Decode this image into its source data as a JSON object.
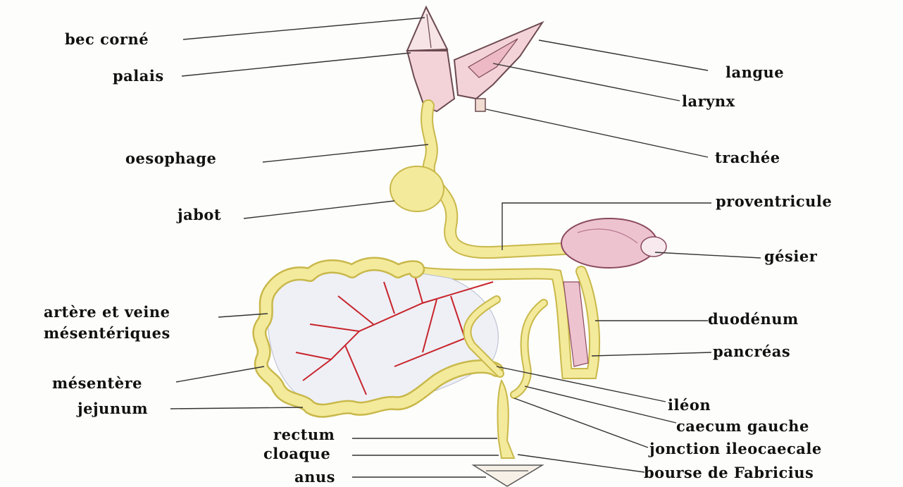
{
  "labels": {
    "bec_corne": "bec corné",
    "palais": "palais",
    "oesophage": "oesophage",
    "jabot": "jabot",
    "artere_line1": "artère et veine",
    "artere_line2": "mésentériques",
    "mesentere": "mésentère",
    "jejunum": "jejunum",
    "rectum": "rectum",
    "cloaque": "cloaque",
    "anus": "anus",
    "langue": "langue",
    "larynx": "larynx",
    "trachee": "trachée",
    "proventricule": "proventricule",
    "gesier": "gésier",
    "duodenum": "duodénum",
    "pancreas": "pancréas",
    "ileon": "iléon",
    "caecum_gauche": "caecum gauche",
    "jonction": "jonction ileocaecale",
    "bourse": "bourse de Fabricius"
  },
  "colors": {
    "gut_fill": "#f3ea9c",
    "gut_outline": "#c9b84a",
    "beak_fill": "#f4d3d8",
    "gizzard_fill": "#eec3d0",
    "vessel": "#c8242c",
    "mesentery_fill": "#eef0f6",
    "leader_line": "#333333"
  }
}
